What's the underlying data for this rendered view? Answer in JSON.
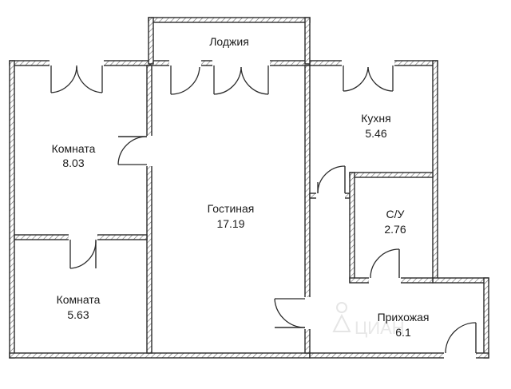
{
  "rooms": {
    "loggia": {
      "name": "Лоджия"
    },
    "room1": {
      "name": "Комната",
      "area": "8.03"
    },
    "living": {
      "name": "Гостиная",
      "area": "17.19"
    },
    "kitchen": {
      "name": "Кухня",
      "area": "5.46"
    },
    "bathroom": {
      "name": "С/У",
      "area": "2.76"
    },
    "room2": {
      "name": "Комната",
      "area": "5.63"
    },
    "hallway": {
      "name": "Прихожая",
      "area": "6.1"
    }
  },
  "watermark": {
    "text": "ЦИАН"
  }
}
